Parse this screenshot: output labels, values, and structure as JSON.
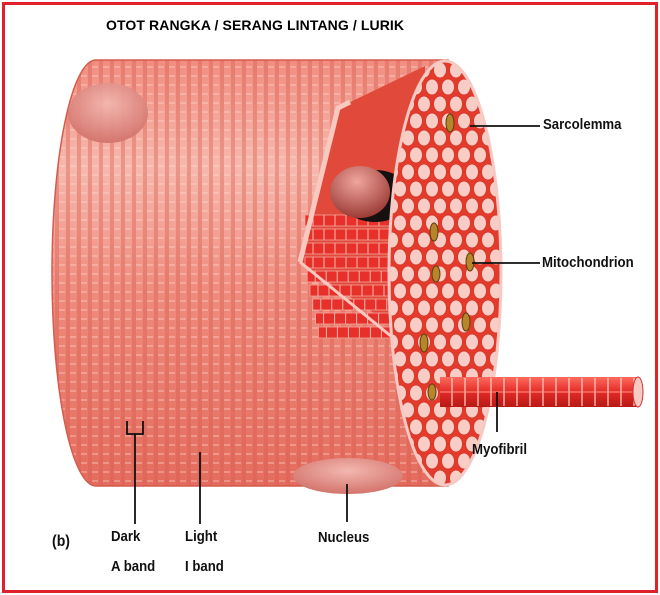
{
  "title": "OTOT RANGKA / SERANG LINTANG / LURIK",
  "panel_letter": "(b)",
  "labels": {
    "sarcolemma": "Sarcolemma",
    "mitochondrion": "Mitochondrion",
    "myofibril": "Myofibril",
    "nucleus": "Nucleus",
    "dark_line1": "Dark",
    "dark_line2": "A band",
    "light_line1": "Light",
    "light_line2": "I band"
  },
  "colors": {
    "frame": "#e0202a",
    "fiber_body": "#ea8073",
    "fiber_light": "#f4b2a7",
    "myofibril_red": "#e02a2a",
    "fibril_end": "#f6c9c3"
  }
}
